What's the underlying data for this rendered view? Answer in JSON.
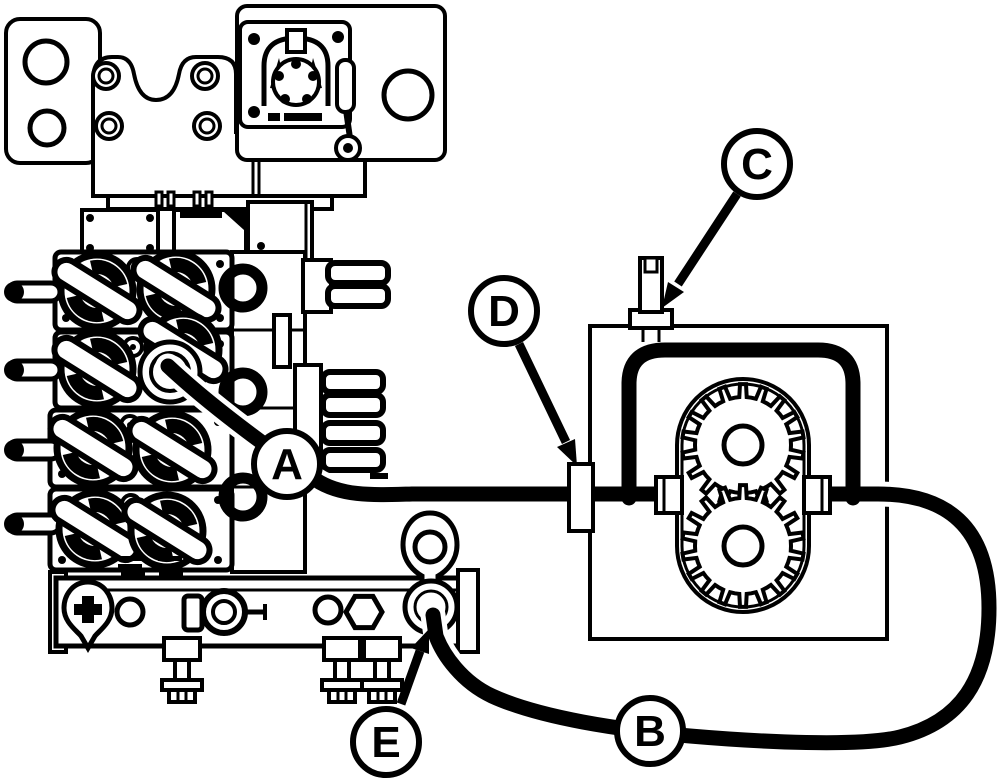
{
  "diagram": {
    "background_color": "#ffffff",
    "line_color": "#000000",
    "callouts": [
      {
        "id": "A",
        "label": "A"
      },
      {
        "id": "B",
        "label": "B"
      },
      {
        "id": "C",
        "label": "C"
      },
      {
        "id": "D",
        "label": "D"
      },
      {
        "id": "E",
        "label": "E"
      }
    ]
  }
}
